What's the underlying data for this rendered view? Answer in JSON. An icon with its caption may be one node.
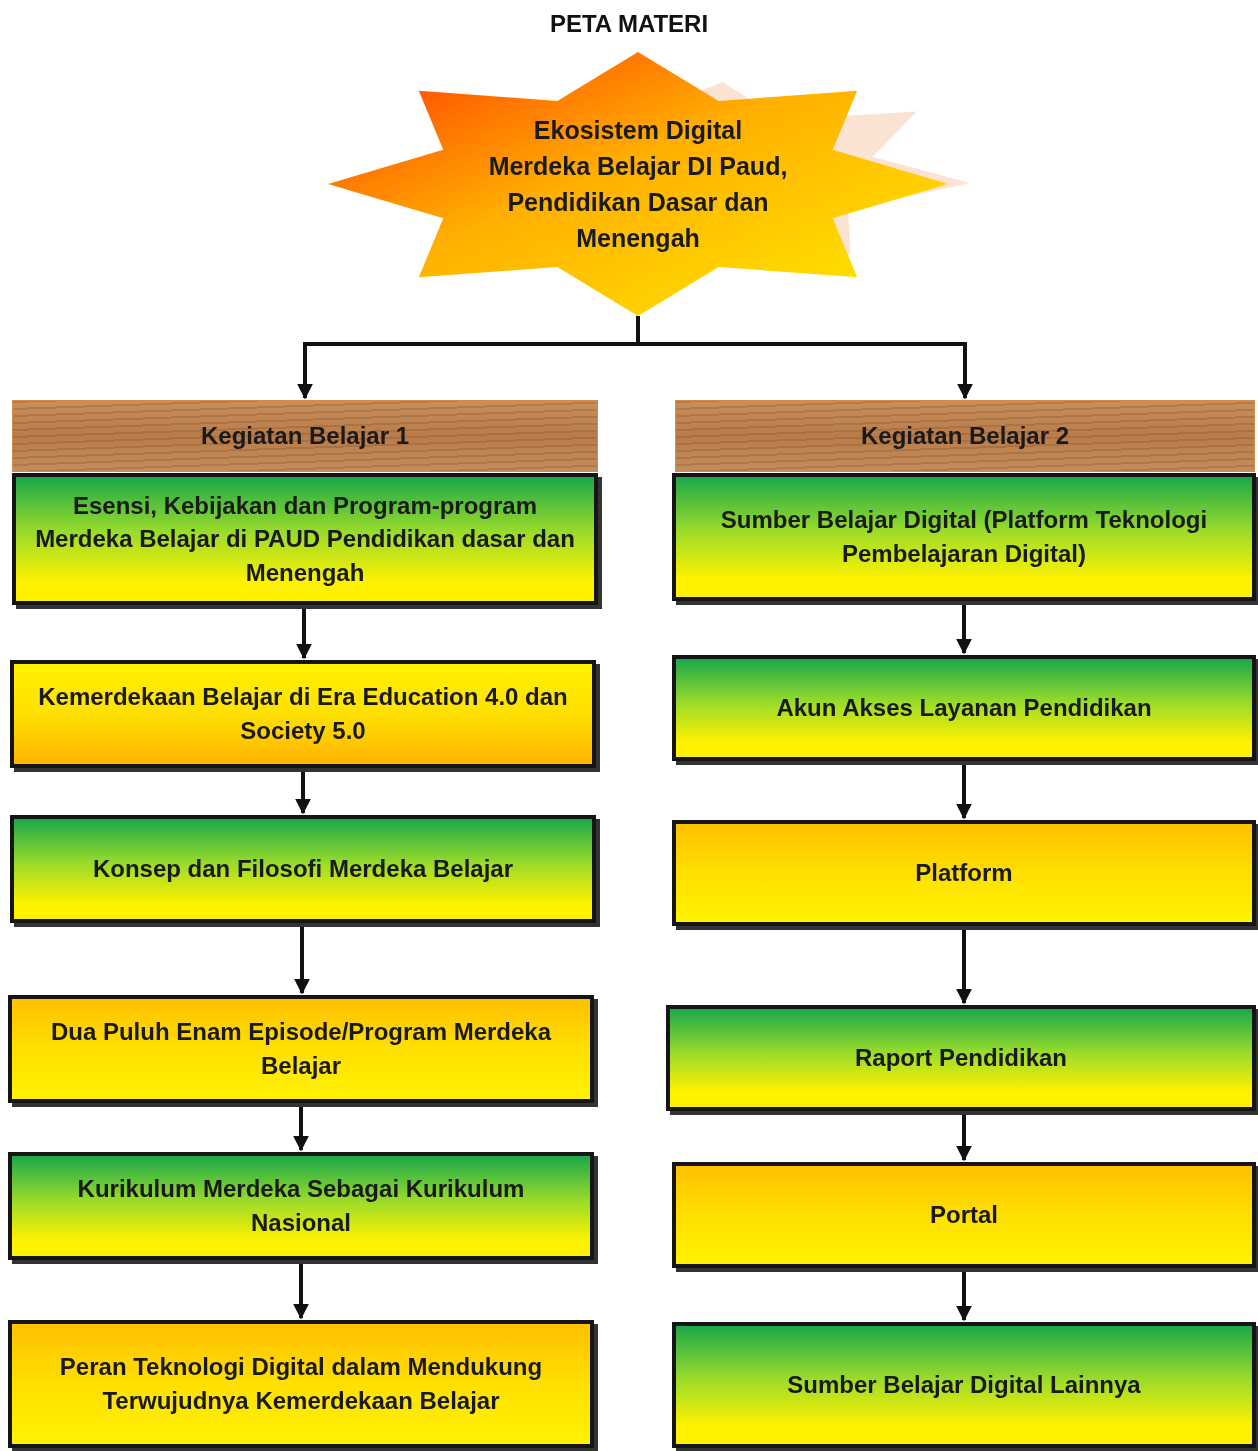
{
  "diagram": {
    "title": "PETA MATERI",
    "nodes": [
      {
        "text": [
          "Ekosistem Digital Merdeka Belajar DI Paud, Pendidikan Dasar dan Menengah"
        ]
      },
      {
        "text": [
          "Kegiatan Belajar 1"
        ]
      },
      {
        "text": [
          "Esensi, Kebijakan dan Program-program Merdeka Belajar di PAUD Pendidikan dasar dan Menengah"
        ]
      },
      {
        "text": [
          "Kemerdekaan Belajar di Era Education 4.0 dan Society 5.0"
        ]
      },
      {
        "text": [
          "Konsep dan Filosofi Merdeka Belajar"
        ]
      },
      {
        "text": [
          "Dua Puluh Enam Episode/Program Merdeka Belajar"
        ]
      },
      {
        "text": [
          "Kurikulum Merdeka Sebagai Kurikulum Nasional"
        ]
      },
      {
        "text": [
          "Peran Teknologi Digital dalam Mendukung Terwujudnya Kemerdekaan Belajar"
        ]
      },
      {
        "text": [
          "Kegiatan Belajar 2"
        ]
      },
      {
        "text": [
          "Sumber Belajar Digital (Platform Teknologi Pembelajaran Digital)"
        ]
      },
      {
        "text": [
          "Akun Akses Layanan Pendidikan"
        ]
      },
      {
        "text": [
          "Platform"
        ]
      },
      {
        "text": [
          "Raport Pendidikan"
        ]
      },
      {
        "text": [
          "Portal"
        ]
      },
      {
        "text": [
          "Sumber Belajar Digital Lainnya"
        ]
      }
    ],
    "edges": [
      {
        "from": 0,
        "to": 1,
        "arrow": "to"
      },
      {
        "from": 0,
        "to": 8,
        "arrow": "to"
      },
      {
        "from": 2,
        "to": 3,
        "arrow": "to"
      },
      {
        "from": 3,
        "to": 4,
        "arrow": "to"
      },
      {
        "from": 4,
        "to": 5,
        "arrow": "to"
      },
      {
        "from": 5,
        "to": 6,
        "arrow": "to"
      },
      {
        "from": 6,
        "to": 7,
        "arrow": "to"
      },
      {
        "from": 9,
        "to": 10,
        "arrow": "to"
      },
      {
        "from": 10,
        "to": 11,
        "arrow": "to"
      },
      {
        "from": 11,
        "to": 12,
        "arrow": "to"
      },
      {
        "from": 12,
        "to": 13,
        "arrow": "to"
      },
      {
        "from": 13,
        "to": 14,
        "arrow": "to"
      }
    ]
  }
}
